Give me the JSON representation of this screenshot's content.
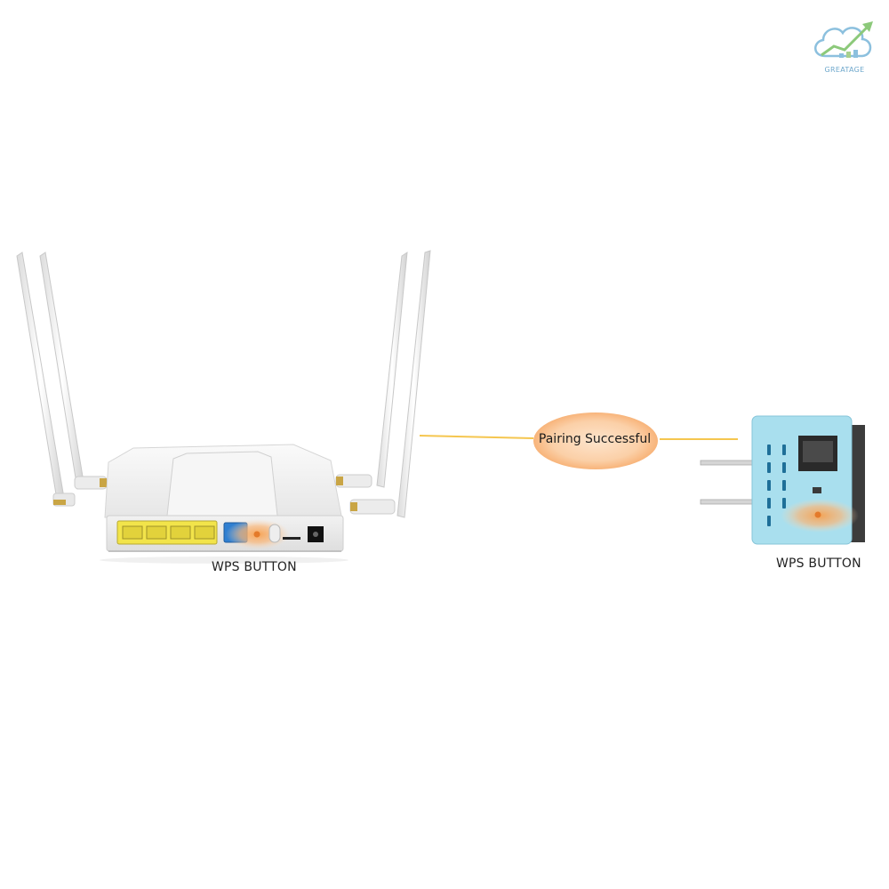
{
  "brand": {
    "name": "GREATAGE",
    "icon": "cloud-chart-logo-icon"
  },
  "status": {
    "text": "Pairing Successful"
  },
  "router": {
    "label": "WPS BUTTON"
  },
  "extender": {
    "label": "WPS BUTTON"
  },
  "colors": {
    "link_line": "#f5c64f",
    "glow": "#f7a04e",
    "extender_body": "#a9dfee",
    "router_body": "#f4f4f4",
    "port_yellow": "#f2e44a"
  }
}
